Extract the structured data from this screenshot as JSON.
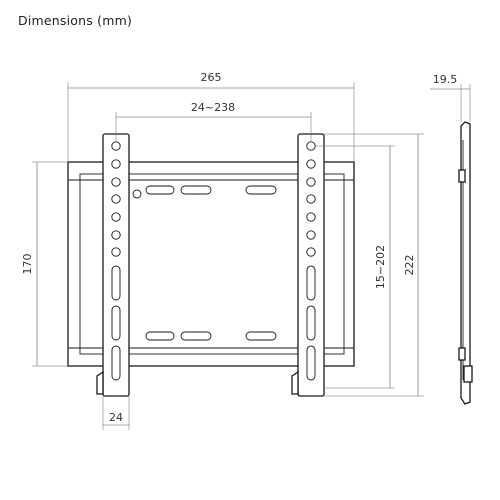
{
  "title": "Dimensions (mm)",
  "dimensions": {
    "overall_width": "265",
    "hole_spacing_horizontal": "24~238",
    "frame_height": "170",
    "arm_width": "24",
    "hole_spacing_vertical": "15~202",
    "overall_height": "222",
    "depth": "19.5"
  }
}
